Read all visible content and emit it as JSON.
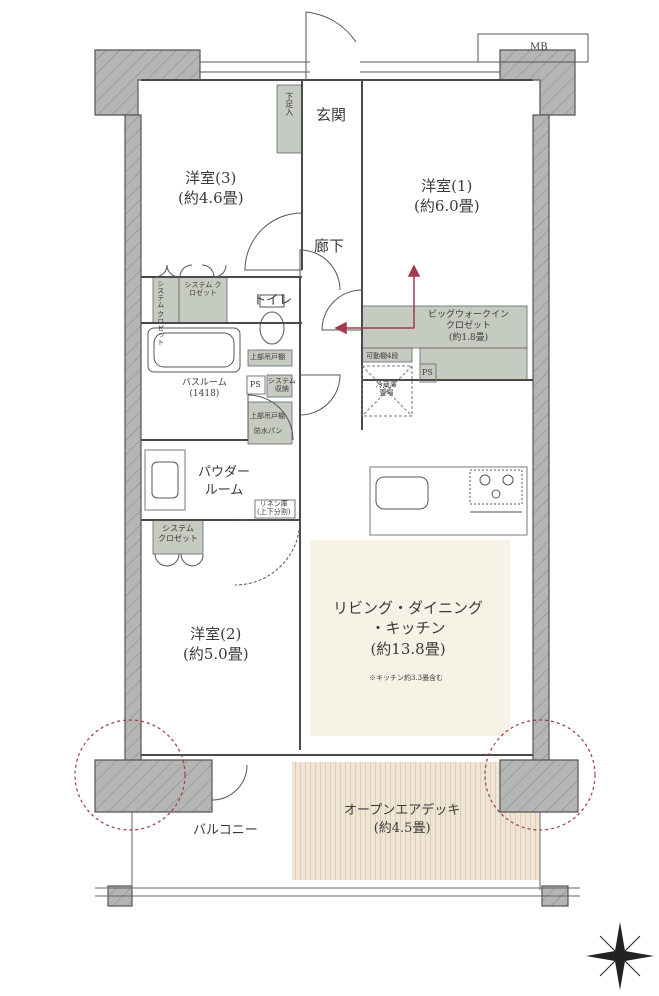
{
  "rooms": {
    "western3": {
      "name": "洋室(3)",
      "size": "(約4.6畳)"
    },
    "western1": {
      "name": "洋室(1)",
      "size": "(約6.0畳)"
    },
    "western2": {
      "name": "洋室(2)",
      "size": "(約5.0畳)"
    },
    "entrance": "玄関",
    "hallway": "廊下",
    "toilet": "トイレ",
    "bathroom": {
      "name": "バスルーム",
      "size": "(1418)"
    },
    "powder": {
      "line1": "パウダー",
      "line2": "ルーム"
    },
    "ldk": {
      "line1": "リビング・ダイニング",
      "line2": "・キッチン",
      "size": "(約13.8畳)",
      "note": "※キッチン約3.3畳含む"
    },
    "open_deck": {
      "name": "オープンエアデッキ",
      "size": "(約4.5畳)"
    },
    "balcony": "バルコニー"
  },
  "storage": {
    "shoe_box": "下足入",
    "system_closet_a": "システム クロゼット",
    "system_closet_b": "システム クロゼット",
    "system_closet_c": {
      "line1": "システム",
      "line2": "クロゼット"
    },
    "walk_in": {
      "line1": "ビッグウォークイン",
      "line2": "クロゼット",
      "size": "(約1.8畳)"
    },
    "upper_cabinet_1": "上部吊戸棚",
    "upper_cabinet_2": "上部吊戸棚",
    "waterproof_pan": "防水パン",
    "system_storage": {
      "line1": "システム",
      "line2": "収納"
    },
    "linen": {
      "line1": "リネン庫",
      "line2": "(上下分割)"
    },
    "adjustable_shelf": "可動棚4段",
    "fridge": {
      "line1": "冷蔵庫",
      "line2": "置場"
    },
    "ps1": "PS",
    "ps2": "PS",
    "mb": "MB"
  },
  "colors": {
    "wall": "#a7a9a6",
    "wall_stroke": "#555555",
    "storage_fill": "#c5cbc0",
    "deck_fill": "#efe5d5",
    "ldk_fill": "#f6f3e6",
    "accent": "#a13a4a",
    "line": "#4a4a4a"
  },
  "icons": {
    "compass": "compass-rose-icon",
    "stove": "gas-stove-icon",
    "sink": "kitchen-sink-icon",
    "bathtub": "bathtub-icon",
    "toilet": "toilet-icon",
    "basin": "wash-basin-icon",
    "airflow": "ventilation-arrow-icon"
  }
}
